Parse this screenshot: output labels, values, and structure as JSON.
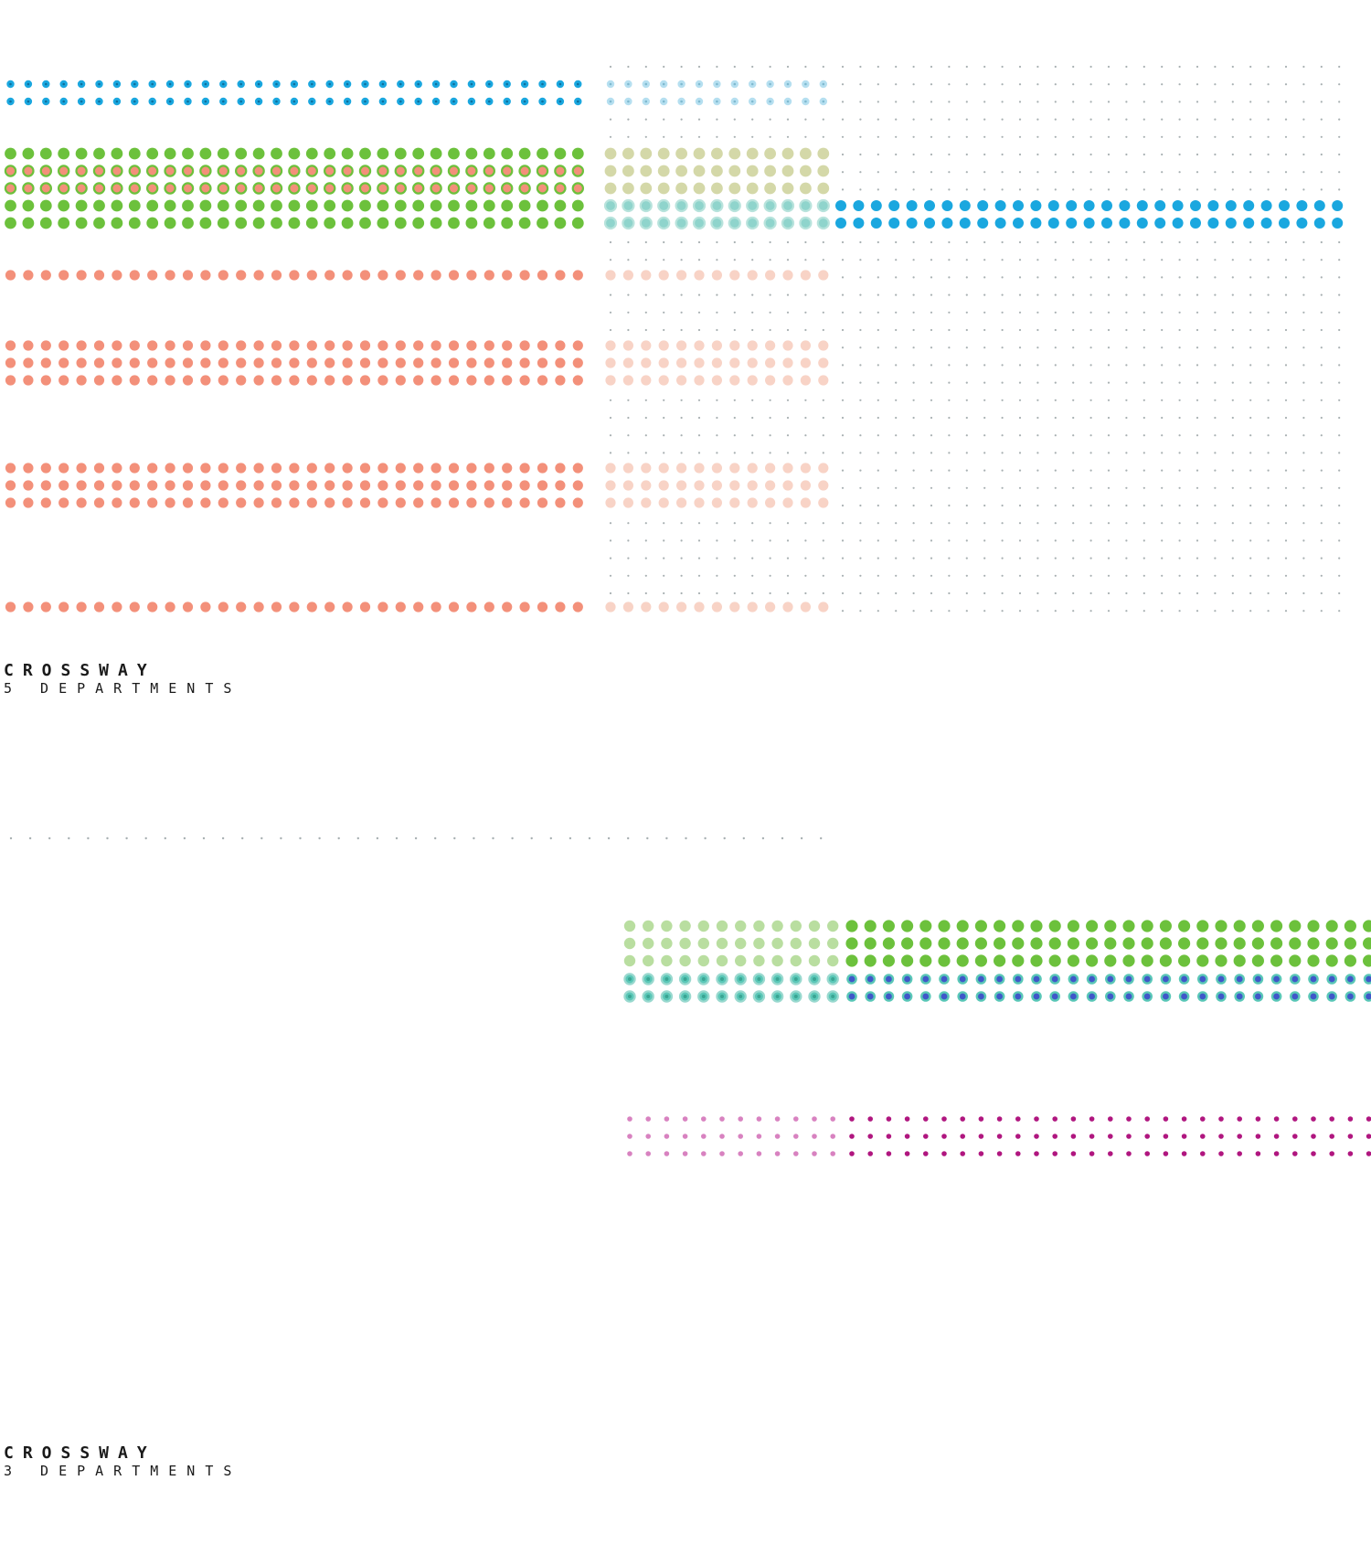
{
  "colors": {
    "blue": "#1aa7df",
    "light_blue": "#b5dff0",
    "green": "#6cc13c",
    "light_green": "#b9dea0",
    "olive": "#d4d8a8",
    "salmon": "#f3907a",
    "light_salmon": "#f8d3c6",
    "teal": "#5ac7b7",
    "light_teal": "#8fd4cc",
    "navy_dot": "#3f57c9",
    "magenta": "#b0167f",
    "light_magenta": "#d882c0",
    "gray_dot": "#a8b0b2"
  },
  "diagrams": [
    {
      "caption": {
        "title": "CROSSWAY",
        "subtitle": "5 DEPARTMENTS"
      },
      "icon": "dot-matrix"
    },
    {
      "caption": {
        "title": "CROSSWAY",
        "subtitle": "3 DEPARTMENTS"
      },
      "icon": "dot-matrix"
    }
  ]
}
